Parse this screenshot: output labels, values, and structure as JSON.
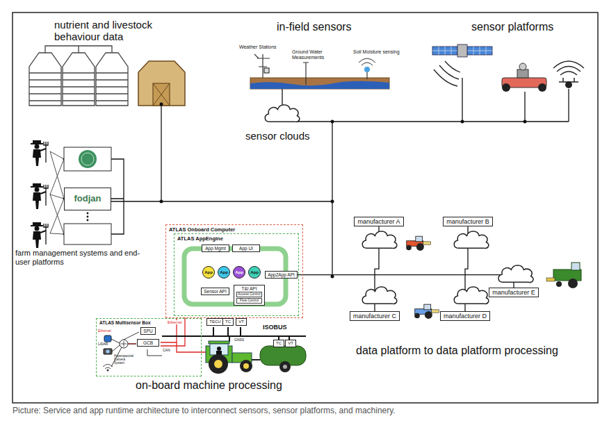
{
  "diagram": {
    "caption": "Picture: Service and app runtime architecture to interconnect sensors, sensor platforms, and machinery.",
    "nodes": [
      {
        "text": [
          "fodjan"
        ]
      },
      {
        "text": [
          "ATLAS Onboard Computer"
        ]
      },
      {
        "text": [
          "ATLAS AppEngine"
        ],
        "in": 1
      },
      {
        "text": [
          "App Mgmt"
        ],
        "in": 2
      },
      {
        "text": [
          "App UI"
        ],
        "in": 2
      },
      {
        "text": [
          "App"
        ],
        "in": 2
      },
      {
        "text": [
          "App"
        ],
        "in": 2
      },
      {
        "text": [
          "App"
        ],
        "in": 2
      },
      {
        "text": [
          "App"
        ],
        "in": 2
      },
      {
        "text": [
          "App2App API"
        ],
        "in": 2
      },
      {
        "text": [
          "Sensor API"
        ],
        "in": 2
      },
      {
        "text": [
          "T&I API",
          "Access Control",
          "Flow Control"
        ],
        "in": 2
      },
      {
        "text": [
          "ATLAS Multisensor Box"
        ]
      },
      {
        "text": [
          "SPU"
        ],
        "in": 12
      },
      {
        "text": [
          "GCB"
        ],
        "in": 12
      },
      {
        "text": [
          "TECU"
        ]
      },
      {
        "text": [
          "TC"
        ]
      },
      {
        "text": [
          "VT"
        ]
      },
      {
        "text": [
          "TC"
        ]
      },
      {
        "text": [
          "VT"
        ]
      },
      {
        "text": [
          "manufacturer A"
        ]
      },
      {
        "text": [
          "manufacturer B"
        ]
      },
      {
        "text": [
          "manufacturer E"
        ]
      },
      {
        "text": [
          "manufacturer C"
        ]
      },
      {
        "text": [
          "manufacturer D"
        ]
      }
    ],
    "edges": [
      {
        "from": 9,
        "to": 22,
        "arrow": "none"
      },
      {
        "from": 20,
        "to": 23,
        "arrow": "none"
      },
      {
        "from": 21,
        "to": 24,
        "arrow": "none"
      }
    ],
    "labels": [
      "nutrient and livestock behaviour data",
      "in-field sensors",
      "sensor platforms",
      "Weather Stations",
      "Ground Water Measurements",
      "Soil Moisture sensing",
      "sensor clouds",
      "farm management systems and end-user platforms",
      "Ethernet",
      "LiDAR",
      "Hyperspectral Camera System",
      "Ethernet",
      "CAN",
      "GNSS",
      "ISOBUS",
      "on-board machine processing",
      "data platform to data platform processing"
    ]
  }
}
